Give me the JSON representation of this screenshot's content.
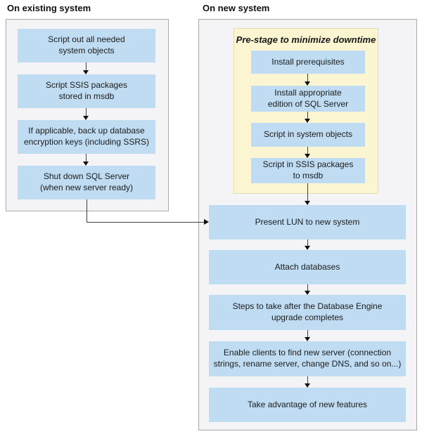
{
  "colors": {
    "process_box_blue": "#bfdcf3",
    "prestage_yellow": "#fbf5d2",
    "panel_gray": "#f4f4f6",
    "panel_border_gray": "#a9a9a9",
    "arrow_black": "#101010",
    "text_dark": "#1c1c1c",
    "page_background": "#ffffff"
  },
  "existing_system": {
    "title": "On existing system",
    "steps": [
      {
        "label": "Script out all needed\nsystem objects"
      },
      {
        "label": "Script SSIS packages\nstored in msdb"
      },
      {
        "label": "If applicable, back up database\nencryption keys (including SSRS)"
      },
      {
        "label": "Shut down SQL Server\n(when new server ready)"
      }
    ]
  },
  "new_system": {
    "title": "On new system",
    "prestage": {
      "title": "Pre-stage to minimize downtime",
      "steps": [
        {
          "label": "Install prerequisites"
        },
        {
          "label": "Install appropriate\nedition of SQL Server"
        },
        {
          "label": "Script in system objects"
        },
        {
          "label": "Script in SSIS packages\nto msdb"
        }
      ]
    },
    "steps": [
      {
        "label": "Present LUN to new system"
      },
      {
        "label": "Attach databases"
      },
      {
        "label": "Steps to take after the Database Engine\nupgrade completes"
      },
      {
        "label": "Enable clients to find new server (connection\nstrings, rename server, change DNS, and so on...)"
      },
      {
        "label": "Take advantage of new features"
      }
    ]
  }
}
